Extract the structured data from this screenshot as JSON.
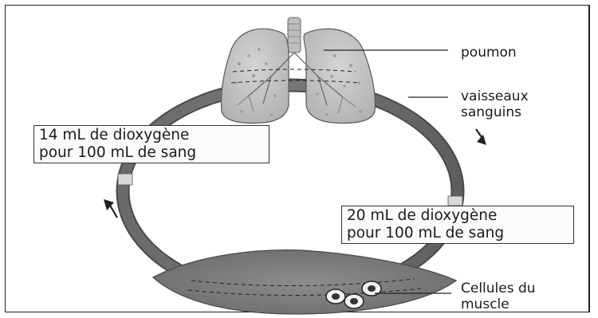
{
  "labels": {
    "lung": "poumon",
    "vessels_line1": "vaisseaux",
    "vessels_line2": "sanguins",
    "muscle_cells_line1": "Cellules du",
    "muscle_cells_line2": "muscle"
  },
  "boxes": {
    "left": {
      "line1": "14 mL de dioxygène",
      "line2": "pour 100 mL de sang"
    },
    "right": {
      "line1": "20 mL de dioxygène",
      "line2": "pour 100 mL de sang"
    }
  }
}
